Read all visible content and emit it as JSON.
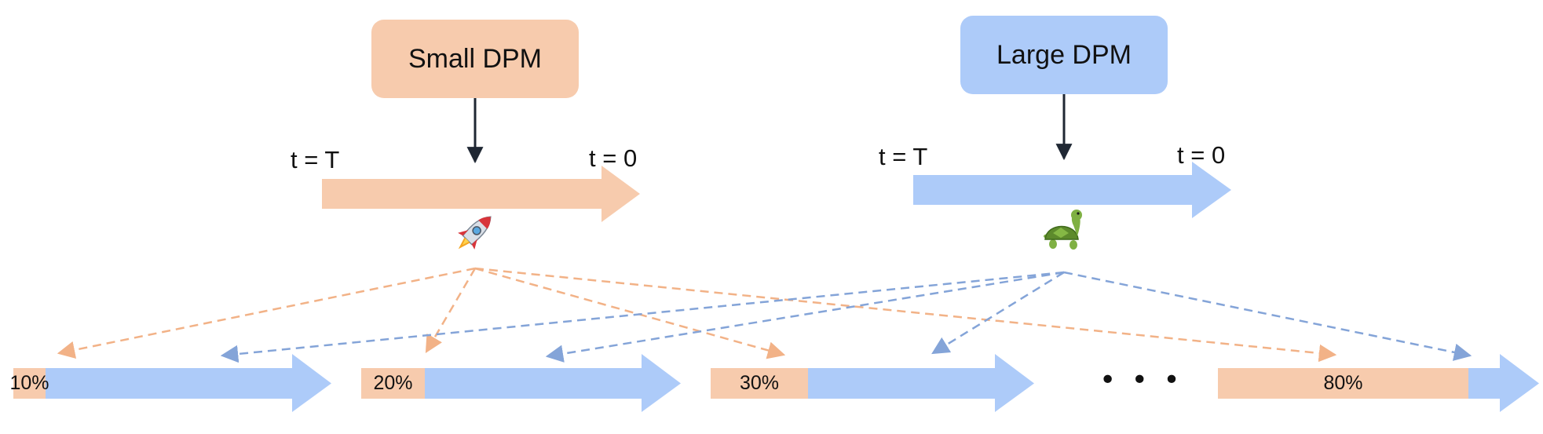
{
  "colors": {
    "small": "#f7cbad",
    "large": "#adcbf9",
    "small_dash": "#f2b287",
    "large_dash": "#84a4d8",
    "dark_arrow": "#1f2733"
  },
  "small_model": {
    "label": "Small DPM",
    "t_start": "t = T",
    "t_end": "t = 0",
    "icon": "rocket-icon"
  },
  "large_model": {
    "label": "Large DPM",
    "t_start": "t = T",
    "t_end": "t = 0",
    "icon": "turtle-icon"
  },
  "splits": [
    {
      "label": "10%",
      "small_fraction": 0.1
    },
    {
      "label": "20%",
      "small_fraction": 0.2
    },
    {
      "label": "30%",
      "small_fraction": 0.3
    },
    {
      "label": "80%",
      "small_fraction": 0.8
    }
  ],
  "ellipsis": "• • •"
}
